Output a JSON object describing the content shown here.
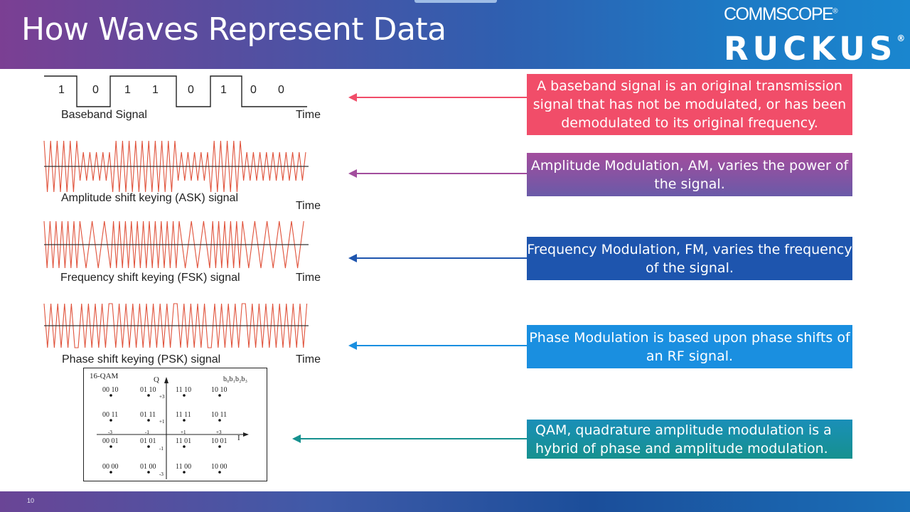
{
  "header": {
    "title": "How Waves Represent Data",
    "logo_top": "COMMSCOPE",
    "logo_bottom": "RUCKUS",
    "registered": "®",
    "colors": {
      "purple": "#7b3f93",
      "blue": "#1a86cf"
    }
  },
  "diagram": {
    "baseband": {
      "bits": [
        "1",
        "0",
        "1",
        "1",
        "0",
        "1",
        "0",
        "0"
      ],
      "label": "Baseband Signal",
      "time": "Time"
    },
    "ask": {
      "label": "Amplitude shift keying (ASK) signal",
      "time": "Time"
    },
    "fsk": {
      "label": "Frequency shift keying (FSK) signal",
      "time": "Time"
    },
    "psk": {
      "label": "Phase shift keying (PSK) signal",
      "time": "Time"
    },
    "qam": {
      "title": "16-QAM",
      "q_axis": "Q",
      "i_axis": "I",
      "bits_label": "b₀b₁b₂b₃",
      "rows": [
        [
          "00 10",
          "01 10",
          "11 10",
          "10 10"
        ],
        [
          "00 11",
          "01 11",
          "11 11",
          "10 11"
        ],
        [
          "00 01",
          "01 01",
          "11 01",
          "10 01"
        ],
        [
          "00 00",
          "01 00",
          "11 00",
          "10 00"
        ]
      ],
      "x_ticks": [
        "-3",
        "-1",
        "+1",
        "+3"
      ],
      "y_ticks": [
        "+3",
        "+1",
        "-1",
        "-3"
      ]
    }
  },
  "callouts": [
    {
      "text": "A baseband signal is an original transmission signal that has not be modulated, or has been demodulated to its original frequency.",
      "color": "#f14d69"
    },
    {
      "text": "Amplitude Modulation, AM, varies the power of the signal.",
      "color": "#a24d9d"
    },
    {
      "text": "Frequency Modulation, FM, varies the frequency of the signal.",
      "color": "#1e55ae"
    },
    {
      "text": "Phase Modulation is based upon phase shifts of an RF signal.",
      "color": "#1a8fe0"
    },
    {
      "text": "QAM, quadrature amplitude modulation is a hybrid of phase and amplitude modulation.",
      "color": "#16918f"
    }
  ],
  "footer": {
    "slide_number": "10"
  }
}
